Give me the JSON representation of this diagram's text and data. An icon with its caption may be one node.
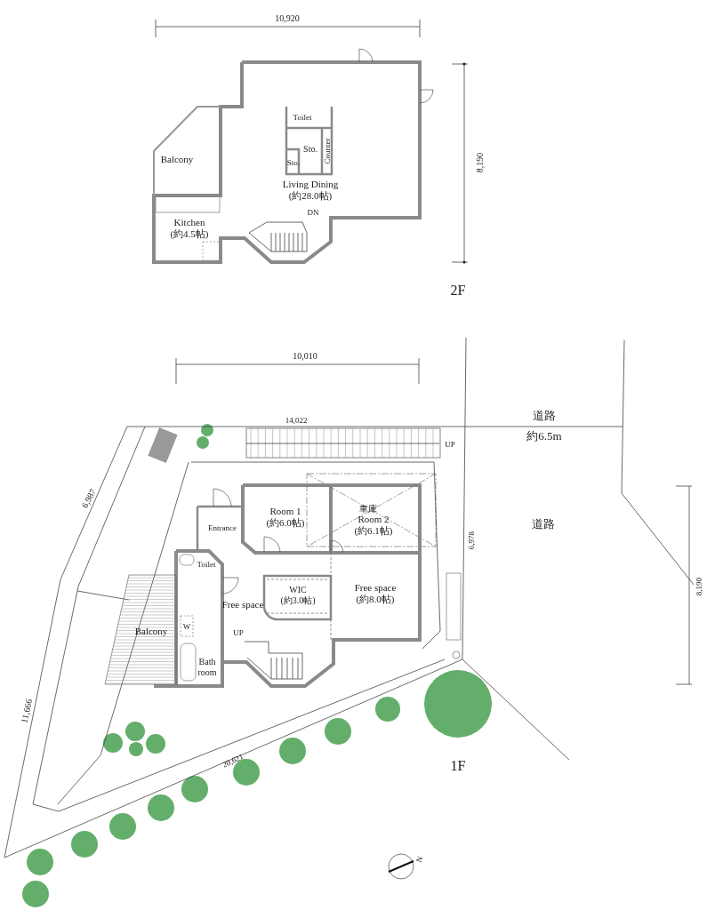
{
  "diagram": {
    "labels": [
      "10,920",
      "Toilet",
      "Sto.",
      "Counter",
      "Sto.",
      "Balcony",
      "Living Dining (約28.0帖)",
      "DN",
      "Kitchen (約4.5帖)",
      "8,190",
      "2F",
      "10,010",
      "14,022",
      "UP",
      "道路",
      "約6.5m",
      "車庫",
      "Room 1 (約6.0帖)",
      "Room 2 (約6.1帖)",
      "Entrance",
      "6,987",
      "Toilet",
      "道路",
      "6,978",
      "8,190",
      "WIC (約3.0帖)",
      "Free space (約8.0帖)",
      "Free space",
      "W",
      "Balcony",
      "UP",
      "Bath room",
      "11,666",
      "20,621",
      "1F",
      "N"
    ]
  }
}
